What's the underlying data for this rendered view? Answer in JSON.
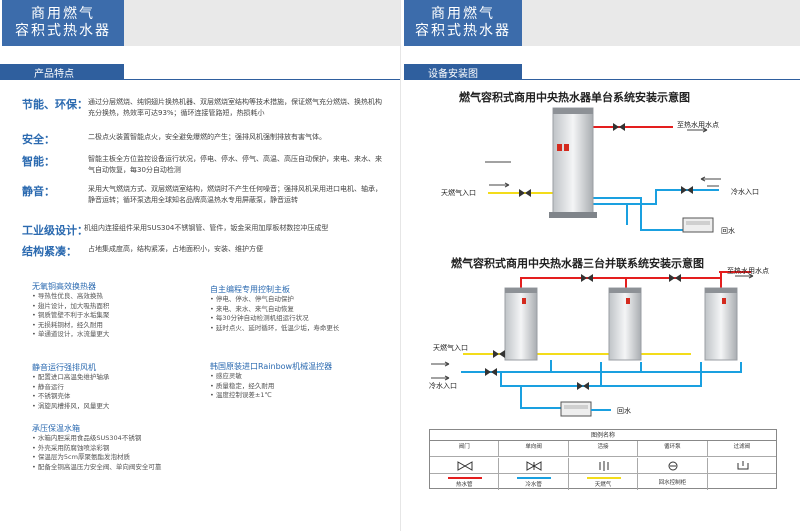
{
  "left": {
    "title_line1": "商用燃气",
    "title_line2": "容积式热水器",
    "section": "产品特点",
    "features": [
      {
        "key": "节能、环保：",
        "desc": "通过分层燃烧、纯铜翅片换热机器、双层燃烧室结构等技术措施，保证燃气充分燃烧、换热机构充分换热，热效率可达93%；循环连接管路短，热损耗小"
      },
      {
        "key": "安全：",
        "desc": "二极点火装置智能点火，安全避免爆燃的产生；强排风机强制排放有害气体。"
      },
      {
        "key": "智能：",
        "desc": "智能主板全方位监控设备运行状况，停电、停水、停气、高温、高压自动保护，来电、来水、来气自动恢复，每30分自动检测"
      },
      {
        "key": "静音：",
        "desc": "采用大气燃烧方式、双层燃烧室结构，燃烧时不产生任何噪音；强排风机采用进口电机、轴承，静音运转；循环泵选用全球知名品牌高温热水专用屏蔽泵，静音运转"
      },
      {
        "key": "工业级设计：",
        "desc": "机组内连接组件采用SUS304不锈钢管、管件，钣金采用加厚板材数控冲压成型"
      },
      {
        "key": "结构紧凑：",
        "desc": "占地集成度高，结构紧凑，占地面积小，安装、维护方便"
      }
    ],
    "components": [
      {
        "title": "无氧铜高效换热器",
        "items": [
          "导热性优良、高效换热",
          "翅片设计，加大吸热面积",
          "铜质管壁不利于水垢集聚",
          "无损耗铜材，经久耐用",
          "单通道设计，水流量更大"
        ]
      },
      {
        "title": "自主编程专用控制主板",
        "items": [
          "停电、停水、停气自动保护",
          "来电、来水、来气自动恢复",
          "每30分钟自动检测机组运行状况",
          "延时点火、延时循环，低温少垢，寿命更长"
        ]
      },
      {
        "title": "静音运行强排风机",
        "items": [
          "配置进口高温免维护轴承",
          "静音运行",
          "不锈钢壳体",
          "涡旋风槽排风，风量更大"
        ]
      },
      {
        "title": "韩国原装进口Rainbow机械温控器",
        "items": [
          "感应灵敏",
          "质量稳定，经久耐用",
          "温度控制误差±1℃"
        ]
      },
      {
        "title": "承压保温水箱",
        "items": [
          "水箱内胆采用食品级SUS304不锈钢",
          "外壳采用防腐蚀喷涂彩钢",
          "保温层为5cm厚聚氨酯发泡材质",
          "配备全铜高温压力安全阀、单向阀安全可靠"
        ]
      }
    ]
  },
  "right": {
    "title_line1": "商用燃气",
    "title_line2": "容积式热水器",
    "section": "设备安装图",
    "diagram1": {
      "title": "燃气容积式商用中央热水器单台系统安装示意图",
      "labels": {
        "hot_out": "至热水用水点",
        "gas_in": "天燃气入口",
        "cold_in": "冷水入口",
        "return": "回水"
      }
    },
    "diagram2": {
      "title": "燃气容积式商用中央热水器三台并联系统安装示意图",
      "labels": {
        "hot_out": "至热水用水点",
        "gas_in": "天燃气入口",
        "cold_in": "冷水入口",
        "return": "回水"
      }
    },
    "legend": {
      "title": "图例名称",
      "row1": [
        "阀门",
        "单向阀",
        "活接",
        "循环泵",
        "过滤阀"
      ],
      "row3": [
        "热水管",
        "冷水管",
        "天燃气",
        "回水控制柜",
        ""
      ]
    }
  },
  "colors": {
    "brand_blue": "#3c6cab",
    "hot_pipe": "#e41e1e",
    "cold_pipe": "#1aa0e0",
    "gas_pipe": "#f3dc1a"
  }
}
